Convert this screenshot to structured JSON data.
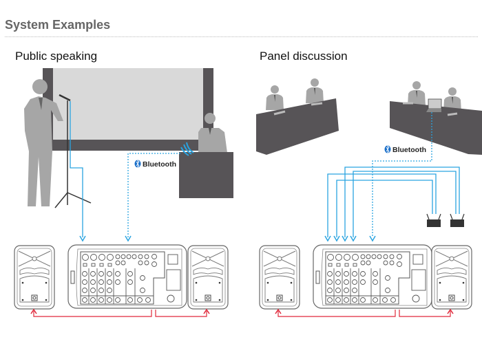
{
  "header": {
    "title": "System Examples"
  },
  "examples": [
    {
      "title": "Public speaking",
      "bluetooth_label": "Bluetooth"
    },
    {
      "title": "Panel discussion",
      "bluetooth_label": "Bluetooth"
    }
  ],
  "colors": {
    "signal_line": "#29a3e0",
    "speaker_line": "#e0283a",
    "silhouette": "#a6a6a6",
    "furniture": "#575457",
    "screen": "#d9d9d9"
  }
}
